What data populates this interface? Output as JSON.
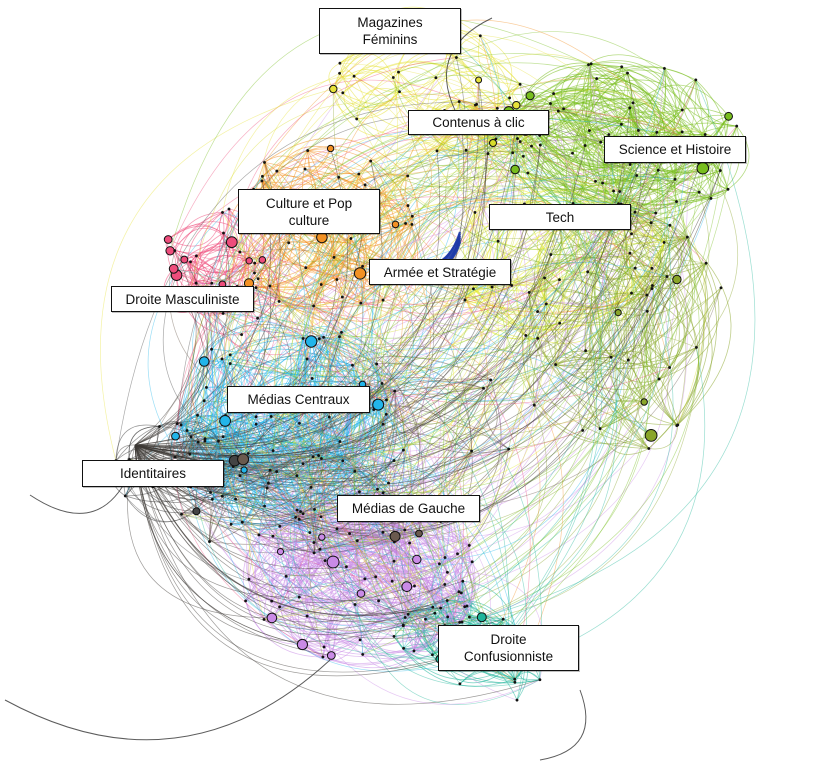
{
  "clusters": [
    {
      "id": "magazines",
      "line1": "Magazines",
      "line2": "Féminins",
      "color": "#e6e23a"
    },
    {
      "id": "clic",
      "line1": "Contenus à clic",
      "line2": "",
      "color": "#d8dc2a"
    },
    {
      "id": "science",
      "line1": "Science et Histoire",
      "line2": "",
      "color": "#78be1e"
    },
    {
      "id": "culture",
      "line1": "Culture et Pop",
      "line2": "culture",
      "color": "#f29124"
    },
    {
      "id": "tech",
      "line1": "Tech",
      "line2": "",
      "color": "#e4e92c"
    },
    {
      "id": "armee",
      "line1": "Armée et Stratégie",
      "line2": "",
      "color": "#1e3aa8"
    },
    {
      "id": "masculiniste",
      "line1": "Droite Masculiniste",
      "line2": "",
      "color": "#ee4d7c"
    },
    {
      "id": "centraux",
      "line1": "Médias Centraux",
      "line2": "",
      "color": "#22b5ea"
    },
    {
      "id": "identitaires",
      "line1": "Identitaires",
      "line2": "",
      "color": "#444444"
    },
    {
      "id": "gauche",
      "line1": "Médias de Gauche",
      "line2": "",
      "color": "#c98ae6"
    },
    {
      "id": "confusionniste",
      "line1": "Droite",
      "line2": "Confusionniste",
      "color": "#1fb59a"
    }
  ]
}
